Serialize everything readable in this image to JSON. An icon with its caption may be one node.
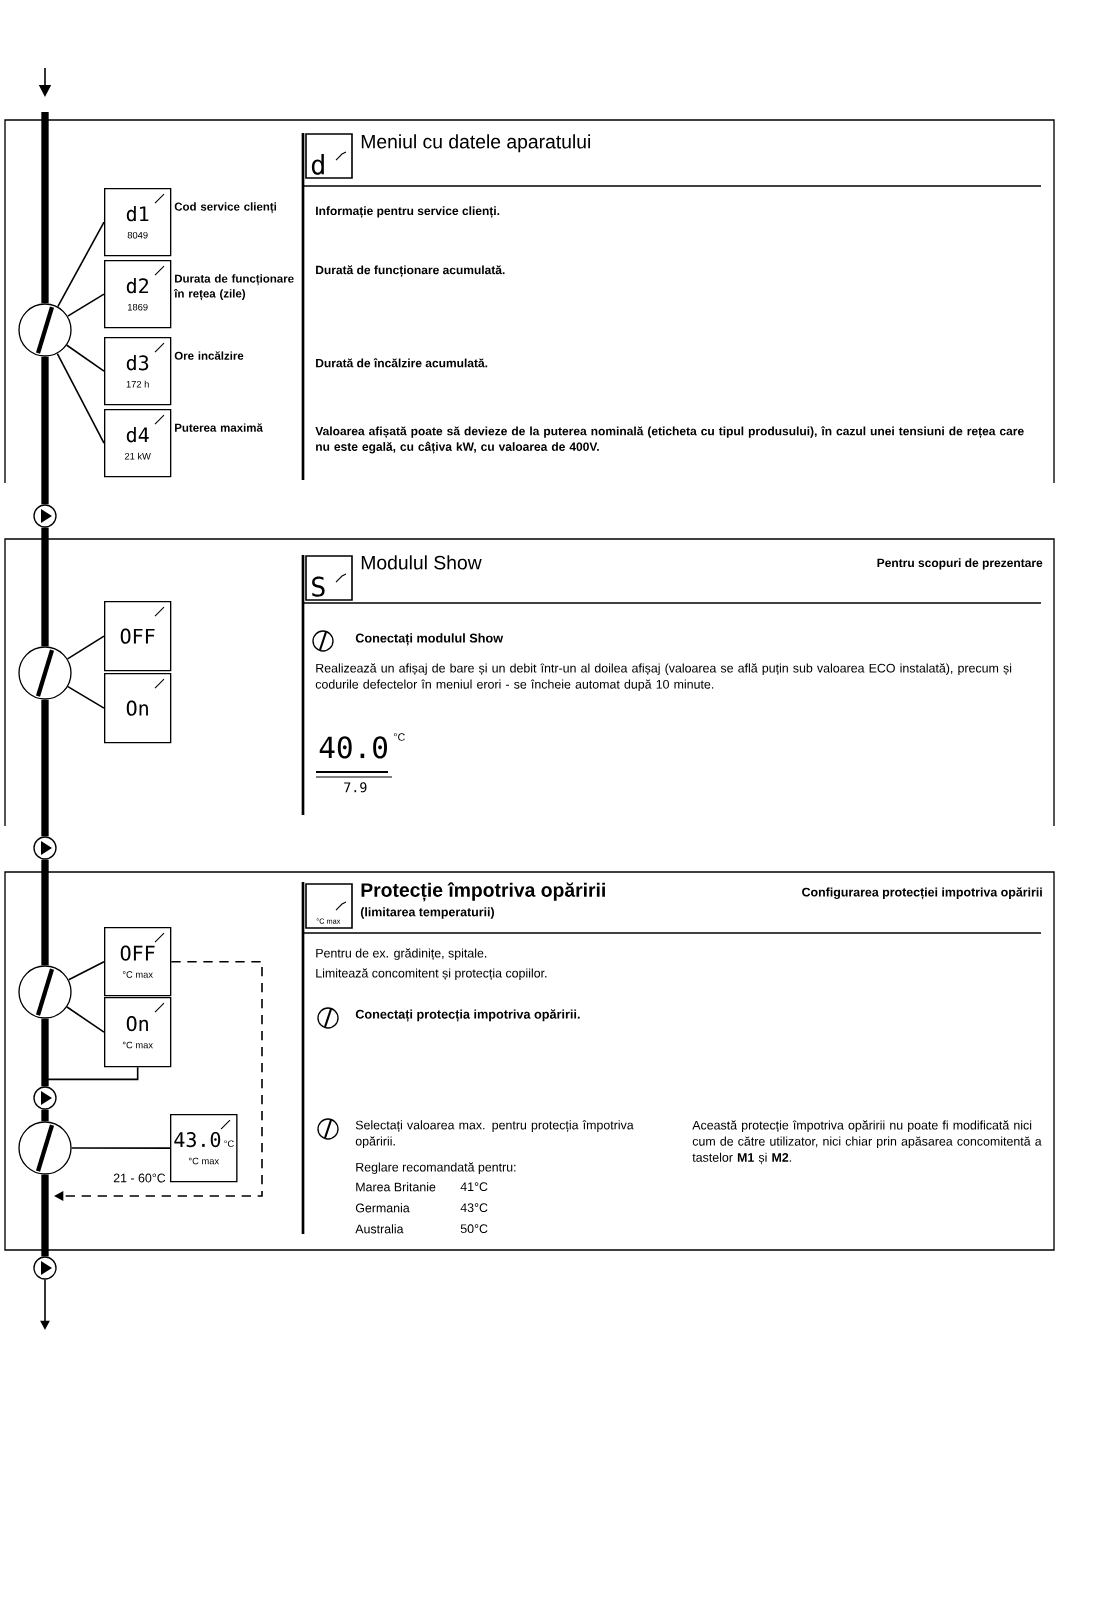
{
  "diagram": {
    "nodes": [
      {
        "text": [],
        "shape": "circle"
      },
      {
        "text": [
          "d1",
          "8049"
        ],
        "beside": [
          "Cod service clienți"
        ]
      },
      {
        "text": [
          "d2",
          "1869"
        ],
        "beside": [
          "Durata de funcționare în rețea (zile)"
        ]
      },
      {
        "text": [
          "d3",
          "172 h"
        ],
        "beside": [
          "Ore incălzire"
        ]
      },
      {
        "text": [
          "d4",
          "21 kW"
        ],
        "beside": [
          "Puterea maximă"
        ]
      },
      {
        "text": [],
        "shape": "circle"
      },
      {
        "text": [],
        "shape": "circle"
      },
      {
        "text": [
          "OFF"
        ]
      },
      {
        "text": [
          "On"
        ]
      },
      {
        "text": [],
        "shape": "circle"
      },
      {
        "text": [],
        "shape": "circle"
      },
      {
        "text": [
          "OFF",
          "°C max"
        ]
      },
      {
        "text": [
          "On",
          "°C max"
        ]
      },
      {
        "text": [],
        "shape": "circle"
      },
      {
        "text": [],
        "shape": "circle"
      },
      {
        "text": [
          "43.0",
          "°C",
          "°C max"
        ]
      },
      {
        "text": [],
        "shape": "circle"
      }
    ],
    "edges": [
      {
        "from": null,
        "to": 0,
        "arrow": "none",
        "style": "thick"
      },
      {
        "from": 0,
        "to": 1,
        "arrow": "none"
      },
      {
        "from": 0,
        "to": 2,
        "arrow": "none"
      },
      {
        "from": 0,
        "to": 3,
        "arrow": "none"
      },
      {
        "from": 0,
        "to": 4,
        "arrow": "none"
      },
      {
        "from": 0,
        "to": 5,
        "arrow": "none",
        "style": "thick"
      },
      {
        "from": 5,
        "to": 6,
        "arrow": "none",
        "style": "thick"
      },
      {
        "from": 6,
        "to": 7,
        "arrow": "none"
      },
      {
        "from": 6,
        "to": 8,
        "arrow": "none"
      },
      {
        "from": 6,
        "to": 9,
        "arrow": "none",
        "style": "thick"
      },
      {
        "from": 9,
        "to": 10,
        "arrow": "none",
        "style": "thick"
      },
      {
        "from": 10,
        "to": 11,
        "arrow": "none"
      },
      {
        "from": 10,
        "to": 12,
        "arrow": "none"
      },
      {
        "from": 11,
        "to": null,
        "arrow": "to",
        "style": "dashed"
      },
      {
        "from": 12,
        "to": 13,
        "arrow": "none"
      },
      {
        "from": 10,
        "to": 13,
        "arrow": "none",
        "style": "thick"
      },
      {
        "from": 13,
        "to": 14,
        "arrow": "none",
        "style": "thick"
      },
      {
        "from": 14,
        "to": 15,
        "arrow": "none"
      },
      {
        "from": 14,
        "to": 16,
        "arrow": "none",
        "style": "thick"
      },
      {
        "from": 16,
        "to": null,
        "arrow": "to"
      }
    ],
    "labels": [
      "d",
      "Meniul cu datele aparatului",
      "Informație pentru service clienți.",
      "Durată de funcționare acumulată.",
      "Durată de încălzire acumulată.",
      "Valoarea afișată poate să devieze de la puterea nominală (eticheta cu tipul produsului), în cazul unei tensiuni de rețea care nu este egală, cu câțiva kW, cu valoarea de 400V.",
      "S",
      "Modulul Show",
      "Pentru scopuri de prezentare",
      "Conectați modulul Show",
      "Realizează un afișaj de bare și un debit într-un al doilea afișaj (valoarea se află puțin sub valoarea ECO instalată), precum și codurile defectelor în meniul erori - se încheie automat după 10 minute.",
      "40.0",
      "°C",
      "7.9",
      "°C max",
      "Protecție împotriva opăririi",
      "(limitarea temperaturii)",
      "Configurarea protecției impotriva opăririi",
      "Pentru de ex. grădinițe, spitale.",
      "Limitează concomitent și protecția copiilor.",
      "Conectați protecția impotriva opăririi.",
      "Selectați valoarea max. pentru protecția împotriva opăririi.",
      "Reglare recomandată pentru:",
      "Marea Britanie",
      "41°C",
      "Germania",
      "43°C",
      "Australia",
      "50°C",
      "Această protecție împotriva opăririi nu poate fi modificată nici cum de către utilizator, nici chiar prin apăsarea concomitentă a tastelor **M1** și **M2**.",
      "21 - 60°C"
    ]
  }
}
